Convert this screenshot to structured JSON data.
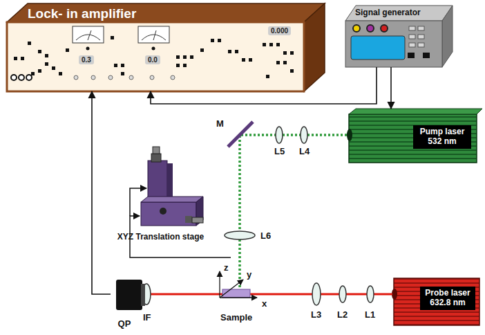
{
  "diagram": {
    "nodes": [
      {
        "text": [
          "Lock- in amplifier"
        ]
      },
      {
        "text": [
          "Signal generator"
        ]
      },
      {
        "text": [
          "Pump laser 532 nm"
        ]
      },
      {
        "text": [
          "XYZ Translation stage"
        ]
      },
      {
        "text": [
          "QP"
        ]
      },
      {
        "text": [
          "Probe laser 632.8 nm"
        ]
      }
    ],
    "edges": [
      {
        "from": 1,
        "to": 0,
        "arrow": "to"
      },
      {
        "from": 1,
        "to": 2,
        "arrow": "to"
      },
      {
        "from": 4,
        "to": 0,
        "arrow": "to"
      }
    ],
    "labels": [
      "0.3",
      "0.0",
      "0.000",
      "M",
      "L5",
      "L4",
      "L6",
      "z",
      "y",
      "x",
      "Sample",
      "IF",
      "L3",
      "L2",
      "L1"
    ]
  }
}
